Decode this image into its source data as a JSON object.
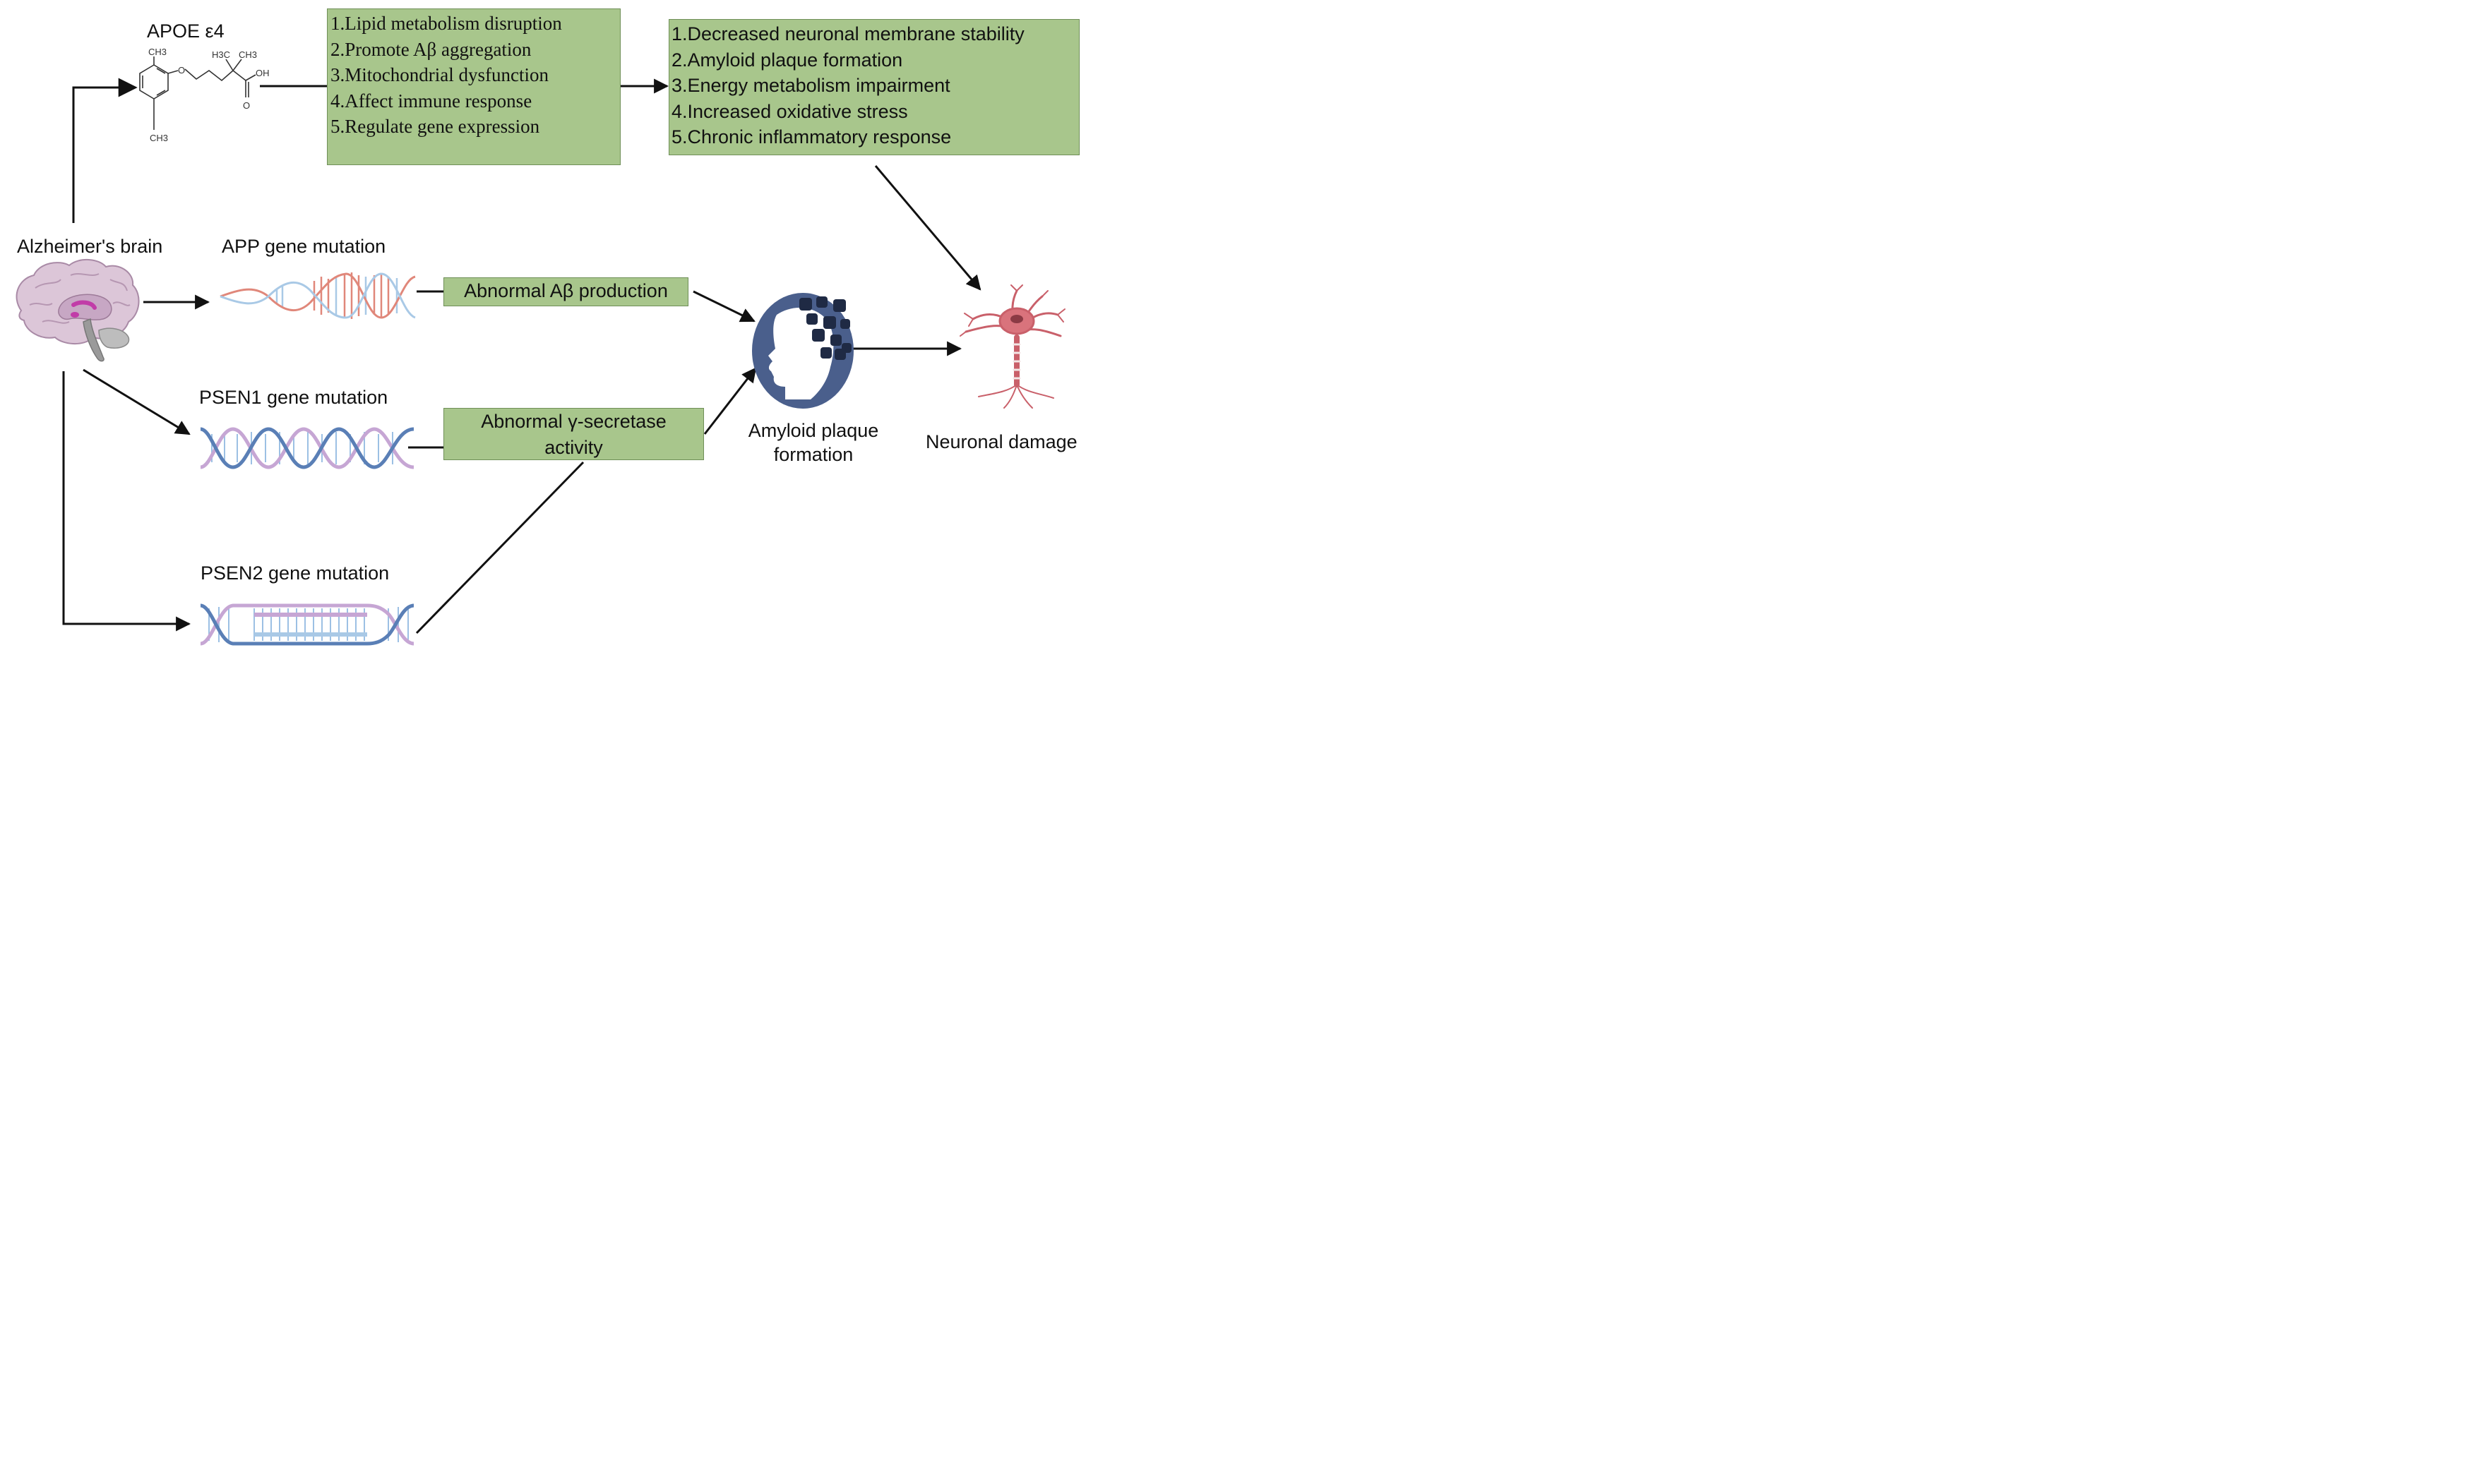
{
  "apoe": {
    "title": "APOE ε4",
    "molecule_labels": {
      "ch3_top": "CH3",
      "ch3_bottom": "CH3",
      "h3c": "H3C",
      "ch3_right": "CH3",
      "oh": "OH",
      "o_ether": "O",
      "o_carbonyl": "O"
    },
    "mechanisms": [
      "1.Lipid metabolism disruption",
      "2.Promote Aβ aggregation",
      "3.Mitochondrial dysfunction",
      "4.Affect immune response",
      "5.Regulate gene expression"
    ],
    "effects": [
      "1.Decreased neuronal membrane stability",
      "2.Amyloid plaque formation",
      "3.Energy metabolism impairment",
      "4.Increased oxidative stress",
      "5.Chronic inflammatory response"
    ]
  },
  "brain": {
    "label": "Alzheimer's brain"
  },
  "app": {
    "label": "APP gene mutation",
    "box": "Abnormal Aβ production"
  },
  "psen1": {
    "label": "PSEN1 gene mutation"
  },
  "psen2": {
    "label": "PSEN2 gene mutation"
  },
  "gamma": {
    "line1": "Abnormal γ-secretase",
    "line2": "activity"
  },
  "plaque": {
    "line1": "Amyloid plaque",
    "line2": "formation"
  },
  "neuron": {
    "label": "Neuronal damage"
  },
  "colors": {
    "box_fill": "#a8c68c",
    "box_border": "#6f8f58",
    "dna_red": "#e0877a",
    "dna_blue": "#a9c9e6",
    "dna_purple": "#c6a6d4",
    "dna_navy": "#5a7fb6",
    "head_navy": "#4a5f8c",
    "neuron_red": "#c9606a"
  }
}
